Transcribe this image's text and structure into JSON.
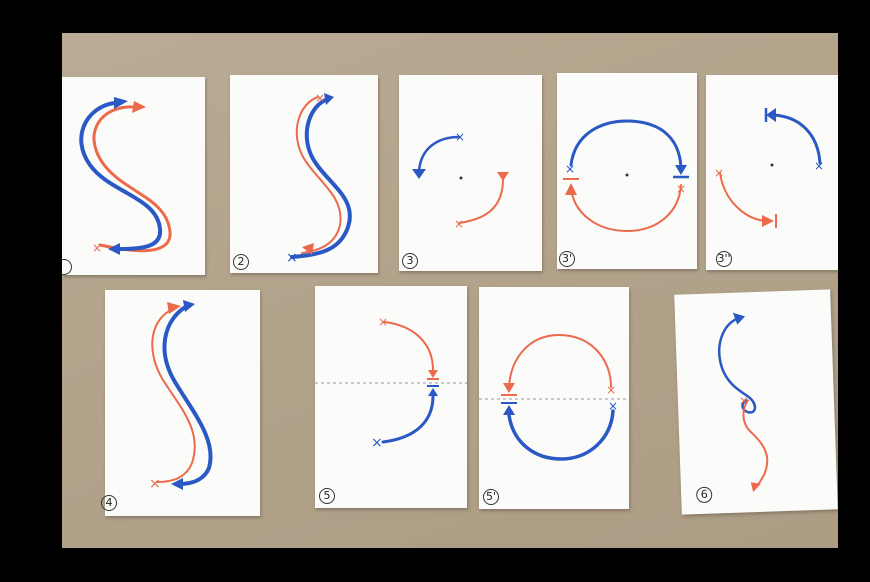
{
  "colors": {
    "blue_path": "#2a58c4",
    "red_path": "#ec6a4c",
    "table": "#b3a48c",
    "card": "#fbfbf9",
    "frame": "#000000"
  },
  "cards": [
    {
      "label": "",
      "content": "blue and red S-curves with arrows"
    },
    {
      "label": "2",
      "content": "blue and red S-curves with arrows"
    },
    {
      "label": "3",
      "content": "two arcs around a center dot"
    },
    {
      "label": "3'",
      "content": "full circle split into blue and red arcs"
    },
    {
      "label": "3''",
      "content": "two arcs around a center dot"
    },
    {
      "label": "4",
      "content": "blue and red S-curves with arrows"
    },
    {
      "label": "5",
      "content": "red and blue arcs meeting at a dashed line"
    },
    {
      "label": "5'",
      "content": "red and blue semicircles meeting at a dashed line"
    },
    {
      "label": "6",
      "content": "blue and red spiral curve"
    }
  ]
}
